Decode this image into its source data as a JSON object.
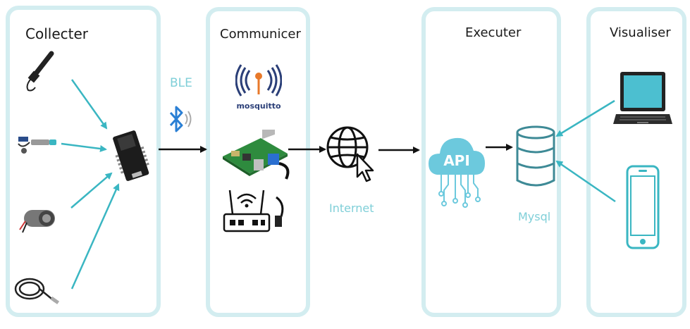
{
  "panels": {
    "collector": {
      "title": "Collecter"
    },
    "communicator": {
      "title": "Communicer"
    },
    "executor": {
      "title": "Executer"
    },
    "visualiser": {
      "title": "Visualiser"
    }
  },
  "labels": {
    "ble": "BLE",
    "internet": "Internet",
    "mysql": "Mysql",
    "api": "API",
    "mosquitto": "mosquitto"
  },
  "colors": {
    "panel_border": "#d3edf0",
    "teal_arrow": "#3ab6c2",
    "api_cloud": "#6cc9dd",
    "database": "#3e8a96",
    "label_text": "#7fcfd8",
    "mosquitto_blue": "#2b3f78",
    "mosquitto_orange": "#e8792a"
  },
  "icons": [
    "temperature-probe-icon",
    "ph-sensor-icon",
    "flow-sensor-icon",
    "cable-sensor-icon",
    "esp32-board-icon",
    "bluetooth-icon",
    "mosquitto-logo-icon",
    "raspberry-pi-icon",
    "router-icon",
    "globe-cursor-icon",
    "api-cloud-icon",
    "database-icon",
    "laptop-icon",
    "smartphone-icon"
  ]
}
